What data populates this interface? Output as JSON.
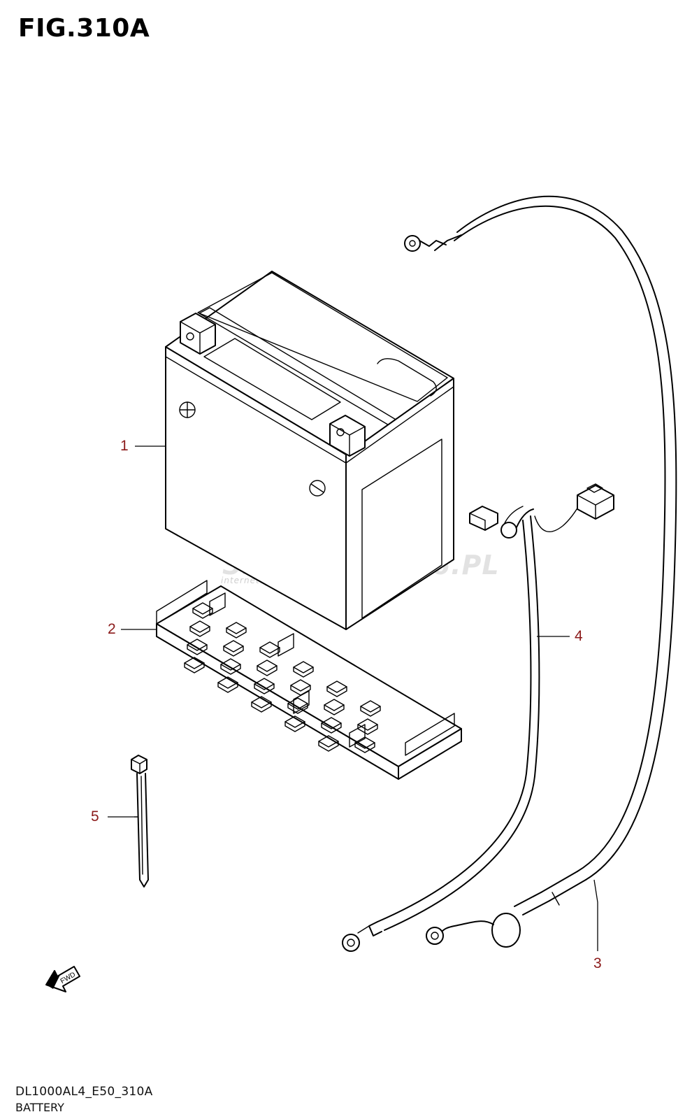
{
  "figure": {
    "title": "FIG.310A",
    "code": "DL1000AL4_E50_310A",
    "name": "BATTERY"
  },
  "callouts": [
    {
      "id": "battery",
      "label": "1"
    },
    {
      "id": "battery-tray",
      "label": "2"
    },
    {
      "id": "battery-cable-negative",
      "label": "3"
    },
    {
      "id": "battery-cable-positive",
      "label": "4"
    },
    {
      "id": "cable-tie",
      "label": "5"
    }
  ],
  "direction_marker": {
    "label": "FWD",
    "icon": "fwd-arrow-icon"
  },
  "watermark": {
    "brand": "SKLEPMOTO46.PL",
    "tagline": "internetowy sklep motocyklowy"
  },
  "colors": {
    "callout": "#8b1a1a",
    "line": "#000000",
    "watermark": "#cccccc"
  }
}
